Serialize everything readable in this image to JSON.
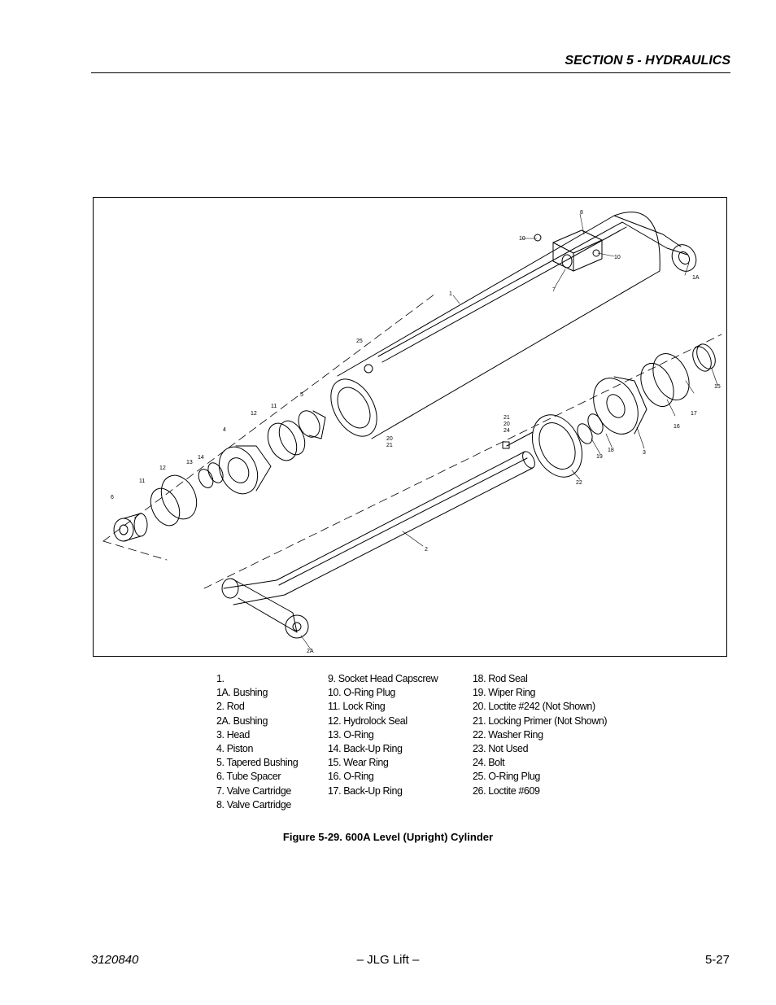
{
  "header": {
    "section_title": "SECTION 5 - HYDRAULICS"
  },
  "figure": {
    "callouts": {
      "c1": "1",
      "c1a": "1A",
      "c2": "2",
      "c2a": "2A",
      "c3": "3",
      "c4": "4",
      "c5": "5",
      "c6": "6",
      "c7": "7",
      "c8": "8",
      "c10a": "10",
      "c10b": "10",
      "c11a": "11",
      "c11b": "11",
      "c12a": "12",
      "c12b": "12",
      "c13": "13",
      "c14": "14",
      "c15": "15",
      "c16": "16",
      "c17": "17",
      "c18": "18",
      "c19": "19",
      "c20a": "20",
      "c20b": "20",
      "c21a": "21",
      "c21b": "21",
      "c22": "22",
      "c24": "24",
      "c25": "25"
    },
    "legend": {
      "col1": [
        "1.",
        "1A. Bushing",
        "2.   Rod",
        "2A. Bushing",
        "3.   Head",
        "4.   Piston",
        "5.   Tapered Bushing",
        "6.   Tube Spacer",
        "7.   Valve Cartridge",
        "8.   Valve Cartridge"
      ],
      "col2": [
        "9.   Socket Head Capscrew",
        "10. O-Ring Plug",
        "11.  Lock Ring",
        "12. Hydrolock Seal",
        "13. O-Ring",
        "14. Back-Up Ring",
        "15. Wear Ring",
        "16. O-Ring",
        "17. Back-Up Ring"
      ],
      "col3": [
        "18. Rod Seal",
        "19. Wiper Ring",
        "20. Loctite #242 (Not Shown)",
        "21. Locking Primer (Not Shown)",
        "22. Washer Ring",
        "23. Not Used",
        "24. Bolt",
        "25. O-Ring Plug",
        "26. Loctite #609"
      ]
    },
    "caption": "Figure 5-29.  600A Level (Upright) Cylinder"
  },
  "footer": {
    "doc_number": "3120840",
    "publisher": "– JLG Lift –",
    "page_number": "5-27"
  }
}
